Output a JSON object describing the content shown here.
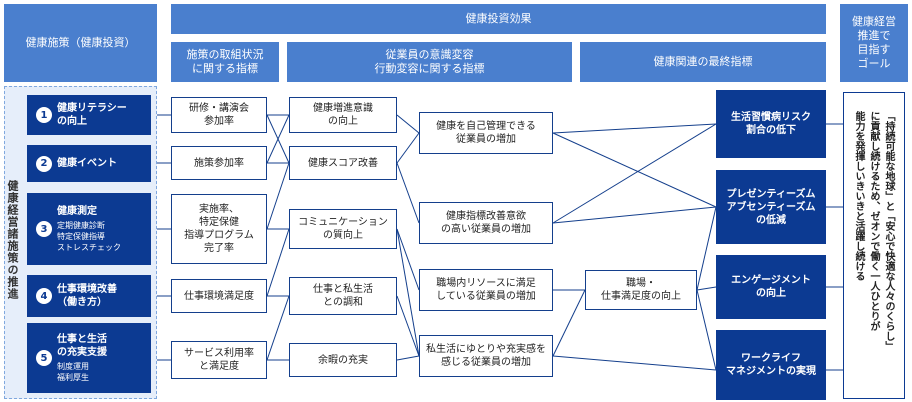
{
  "headers": {
    "policy": "健康施策（健康投資）",
    "effect": "健康投資効果",
    "goal": "健康経営\n推進で\n目指す\nゴール",
    "col1": "施策の取組状況\nに関する指標",
    "col2": "従業員の意識変容\n行動変容に関する指標",
    "col3": "健康関連の最終指標"
  },
  "left_label": "健康経営諸施策の推進",
  "policies": [
    {
      "num": "1",
      "title": "健康リテラシー\nの向上",
      "sub": ""
    },
    {
      "num": "2",
      "title": "健康イベント",
      "sub": ""
    },
    {
      "num": "3",
      "title": "健康測定",
      "sub": "定期健康診断\n特定保健指導\nストレスチェック"
    },
    {
      "num": "4",
      "title": "仕事環境改善\n（働き方）",
      "sub": ""
    },
    {
      "num": "5",
      "title": "仕事と生活\nの充実支援",
      "sub": "制度運用\n福利厚生"
    }
  ],
  "indicators_col1": [
    "研修・講演会\n参加率",
    "施策参加率",
    "実施率、\n特定保健\n指導プログラム\n完了率",
    "仕事環境満足度",
    "サービス利用率\nと満足度"
  ],
  "indicators_col2": [
    "健康増進意識\nの向上",
    "健康スコア改善",
    "コミュニケーション\nの質向上",
    "仕事と私生活\nとの調和",
    "余暇の充実"
  ],
  "indicators_col3": [
    "健康を自己管理できる\n従業員の増加",
    "健康指標改善意欲\nの高い従業員の増加",
    "職場内リソースに満足\nしている従業員の増加",
    "私生活にゆとりや充実感を\n感じる従業員の増加"
  ],
  "indicator_col4": "職場・\n仕事満足度の向上",
  "final_indicators": [
    "生活習慣病リスク\n割合の低下",
    "プレゼンティーズム\nアブセンティーズム\nの低減",
    "エンゲージメント\nの向上",
    "ワークライフ\nマネジメントの実現"
  ],
  "goal_text": "「持続可能な地球」と「安心で快適な人々のくらし」\nに貢献し続けるため、ゼオンで働く一人ひとりが\n能力を発揮しいきいきと活躍し続ける",
  "colors": {
    "header": "#4a7fce",
    "dark": "#0c3a92",
    "panel": "#e6eefa",
    "line": "#143f8c"
  }
}
